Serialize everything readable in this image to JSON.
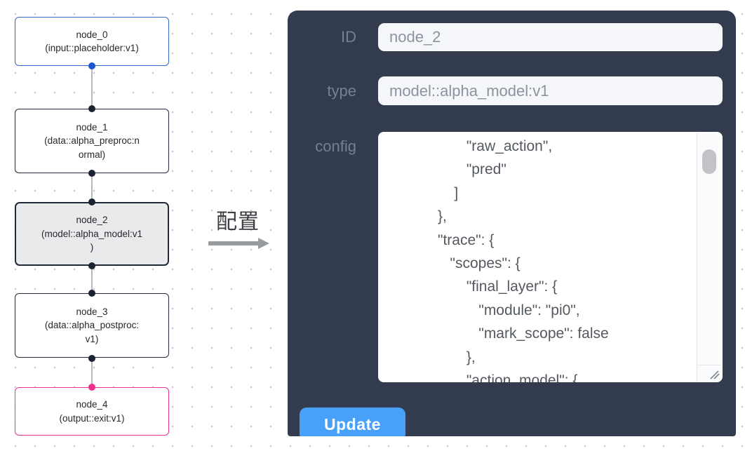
{
  "graph": {
    "nodes": [
      {
        "id": "node_0",
        "kind": "input",
        "lines": [
          "node_0",
          "(input::placeholder:v1)"
        ]
      },
      {
        "id": "node_1",
        "kind": "default",
        "lines": [
          "node_1",
          "(data::alpha_preproc:n",
          "ormal)"
        ]
      },
      {
        "id": "node_2",
        "kind": "selected",
        "lines": [
          "node_2",
          "(model::alpha_model:v1",
          ")"
        ]
      },
      {
        "id": "node_3",
        "kind": "default",
        "lines": [
          "node_3",
          "(data::alpha_postproc:",
          "v1)"
        ]
      },
      {
        "id": "node_4",
        "kind": "output",
        "lines": [
          "node_4",
          "(output::exit:v1)"
        ]
      }
    ],
    "port_colors": {
      "input": "#1d55d3",
      "default": "#1b2232",
      "output": "#f03090"
    },
    "node_accents": {
      "input": "#3a68c8",
      "default": "#252c3d",
      "selected": "#222939",
      "output": "#ec2f92"
    },
    "selected_node_fill": "#e9eaec"
  },
  "transfer": {
    "label": "配置",
    "arrow_icon": "right-arrow",
    "arrow_color": "#989ba0"
  },
  "panel": {
    "background": "#323c4e",
    "fields": {
      "id": {
        "label": "ID",
        "value": "node_2"
      },
      "type": {
        "label": "type",
        "value": "model::alpha_model:v1"
      },
      "config": {
        "label": "config",
        "value": "                   \"raw_action\",\n                   \"pred\"\n                ]\n            },\n            \"trace\": {\n               \"scopes\": {\n                   \"final_layer\": {\n                      \"module\": \"pi0\",\n                      \"mark_scope\": false\n                   },\n                   \"action_model\": {"
      }
    },
    "scrollbar_icon": "scrollbar-thumb",
    "resize_icon": "resize-grip",
    "update_button": {
      "label": "Update",
      "color": "#48a0f9"
    }
  }
}
